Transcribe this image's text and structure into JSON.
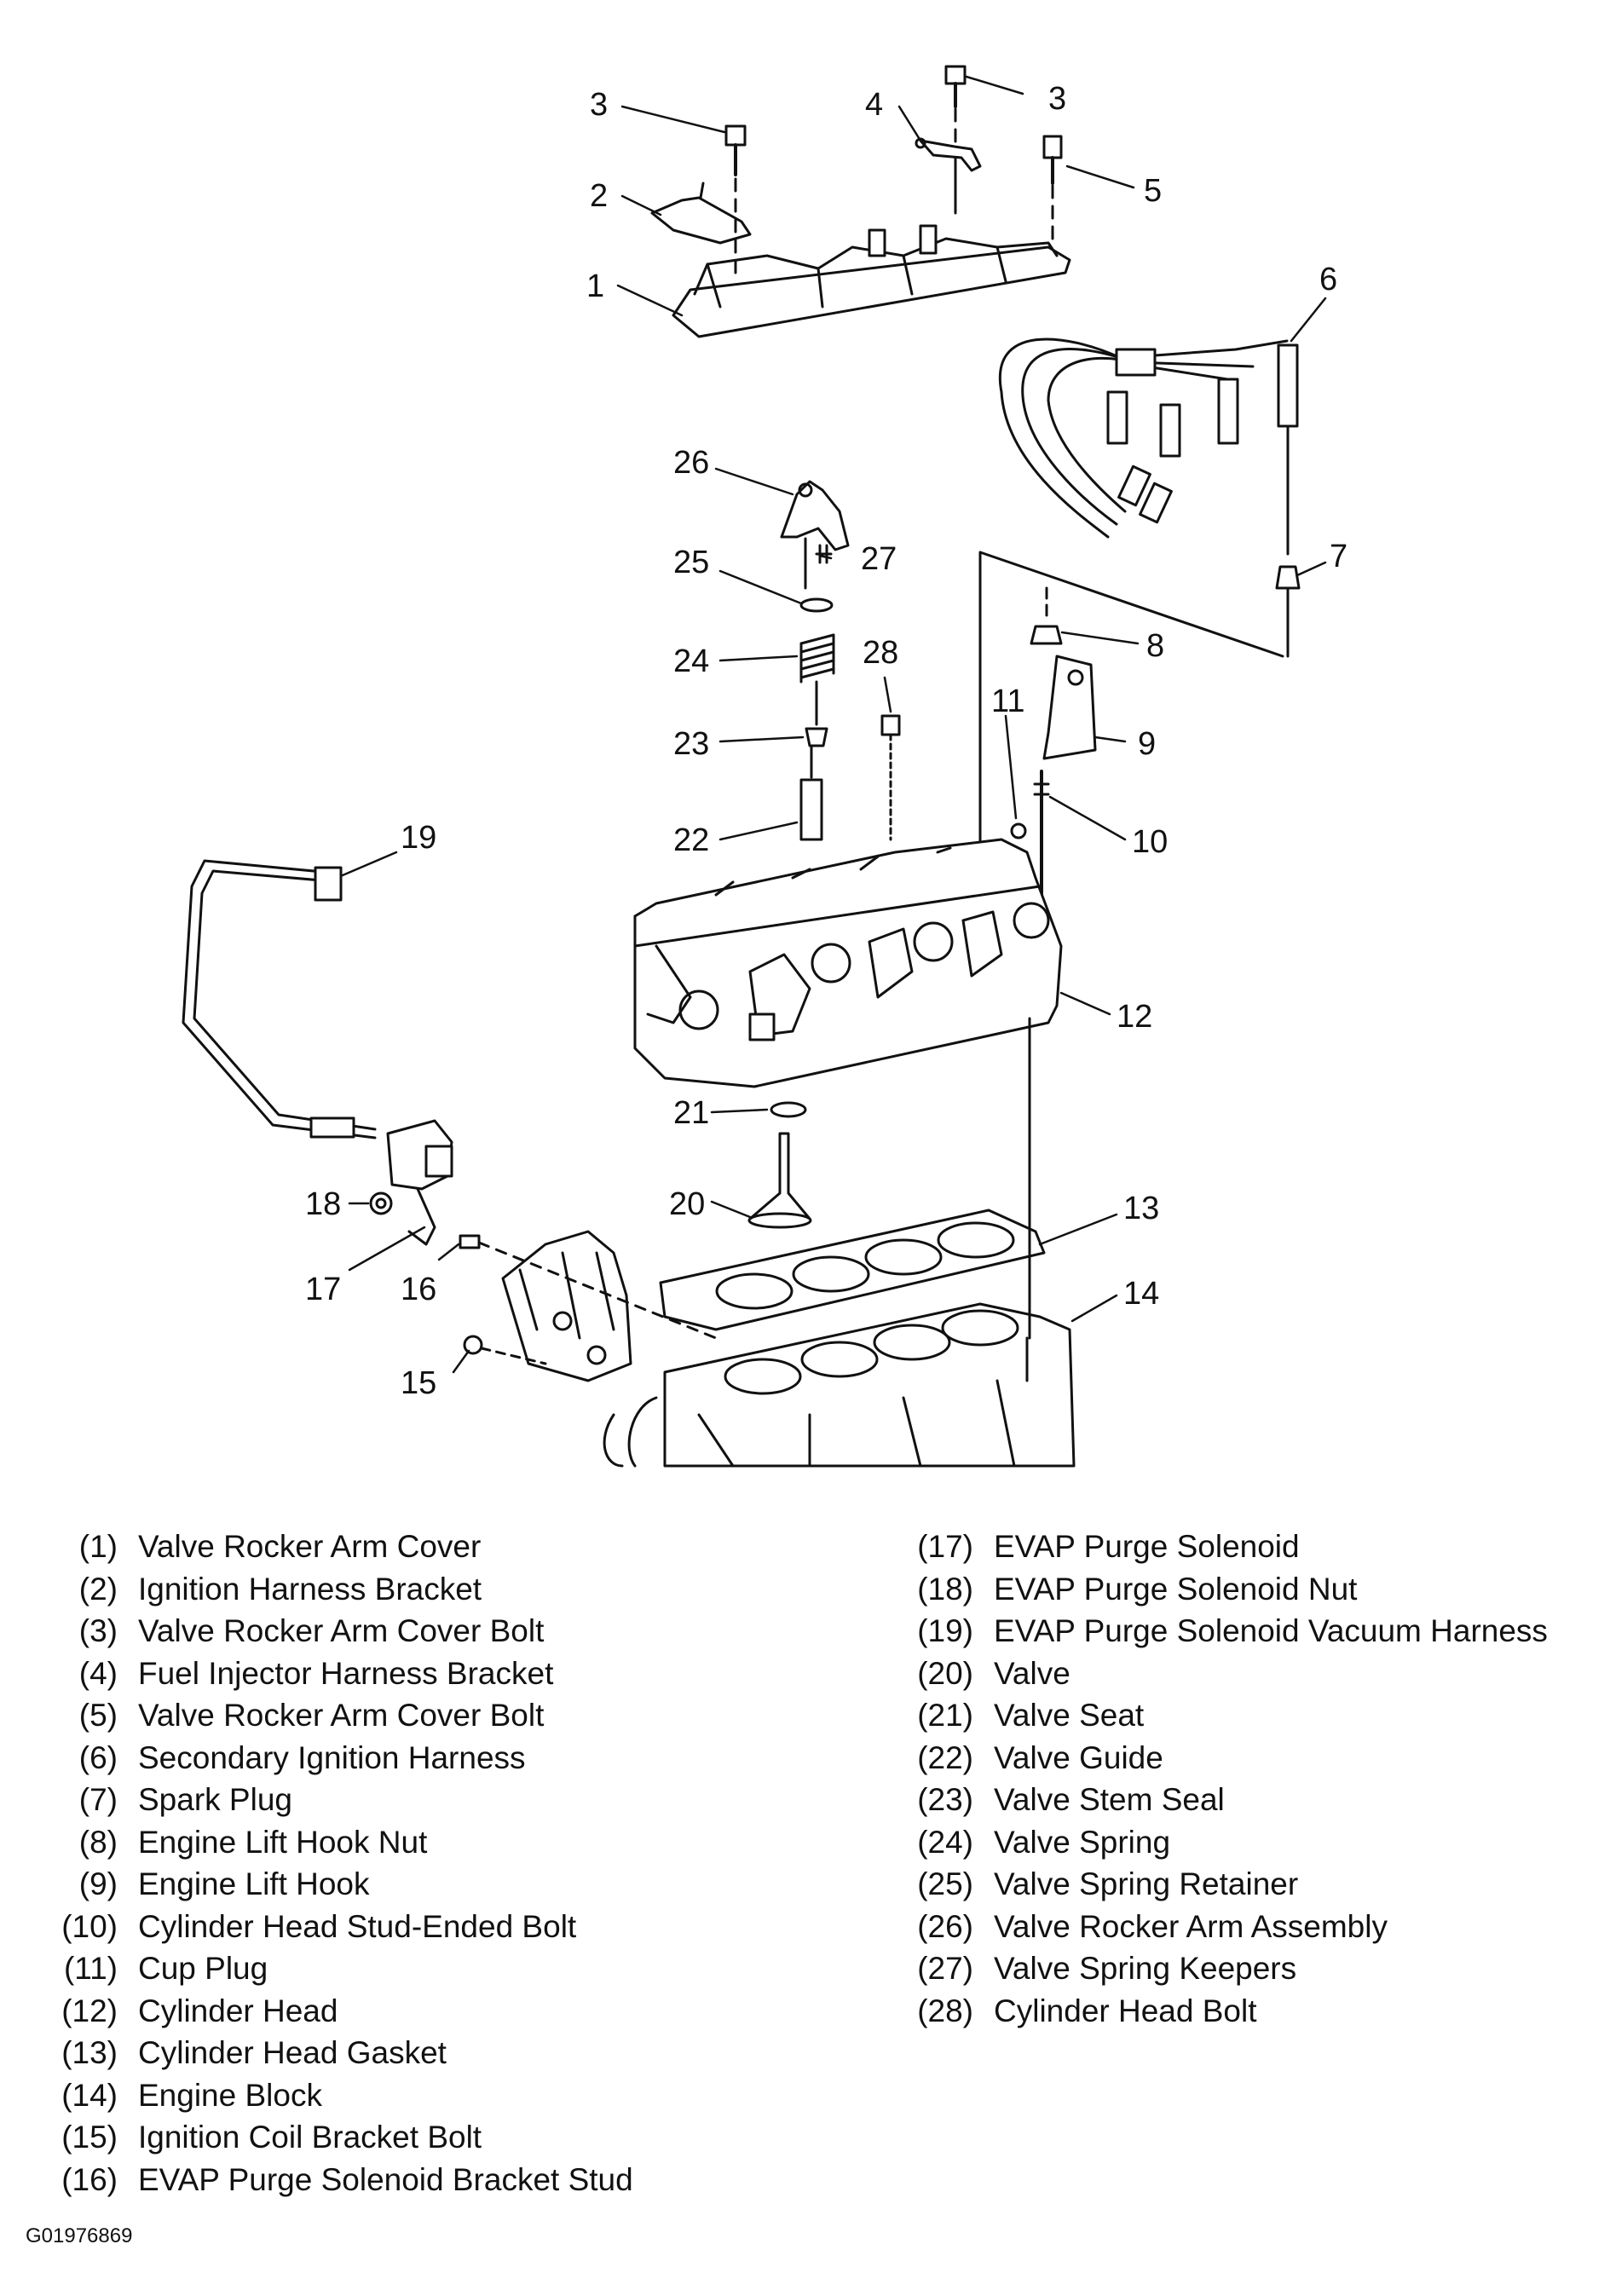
{
  "callouts": [
    "1",
    "2",
    "3",
    "3",
    "4",
    "5",
    "6",
    "7",
    "8",
    "9",
    "10",
    "11",
    "12",
    "13",
    "14",
    "15",
    "16",
    "17",
    "18",
    "19",
    "20",
    "21",
    "22",
    "23",
    "24",
    "25",
    "26",
    "27",
    "28"
  ],
  "legend_left": [
    {
      "num": "(1)",
      "label": "Valve Rocker Arm Cover"
    },
    {
      "num": "(2)",
      "label": "Ignition Harness Bracket"
    },
    {
      "num": "(3)",
      "label": "Valve Rocker Arm Cover Bolt"
    },
    {
      "num": "(4)",
      "label": "Fuel Injector Harness Bracket"
    },
    {
      "num": "(5)",
      "label": "Valve Rocker Arm Cover Bolt"
    },
    {
      "num": "(6)",
      "label": "Secondary Ignition Harness"
    },
    {
      "num": "(7)",
      "label": "Spark Plug"
    },
    {
      "num": "(8)",
      "label": "Engine Lift Hook Nut"
    },
    {
      "num": "(9)",
      "label": "Engine Lift Hook"
    },
    {
      "num": "(10)",
      "label": "Cylinder Head Stud-Ended Bolt"
    },
    {
      "num": "(11)",
      "label": "Cup Plug"
    },
    {
      "num": "(12)",
      "label": "Cylinder Head"
    },
    {
      "num": "(13)",
      "label": "Cylinder Head Gasket"
    },
    {
      "num": "(14)",
      "label": "Engine Block"
    },
    {
      "num": "(15)",
      "label": "Ignition Coil Bracket Bolt"
    },
    {
      "num": "(16)",
      "label": "EVAP Purge Solenoid Bracket Stud"
    }
  ],
  "legend_right": [
    {
      "num": "(17)",
      "label": "EVAP Purge Solenoid"
    },
    {
      "num": "(18)",
      "label": "EVAP Purge Solenoid Nut"
    },
    {
      "num": "(19)",
      "label": "EVAP Purge Solenoid Vacuum Harness"
    },
    {
      "num": "(20)",
      "label": "Valve"
    },
    {
      "num": "(21)",
      "label": "Valve Seat"
    },
    {
      "num": "(22)",
      "label": "Valve Guide"
    },
    {
      "num": "(23)",
      "label": "Valve Stem Seal"
    },
    {
      "num": "(24)",
      "label": "Valve Spring"
    },
    {
      "num": "(25)",
      "label": "Valve Spring Retainer"
    },
    {
      "num": "(26)",
      "label": "Valve Rocker Arm Assembly"
    },
    {
      "num": "(27)",
      "label": "Valve Spring Keepers"
    },
    {
      "num": "(28)",
      "label": "Cylinder Head Bolt"
    }
  ],
  "figure_code": "G01976869"
}
